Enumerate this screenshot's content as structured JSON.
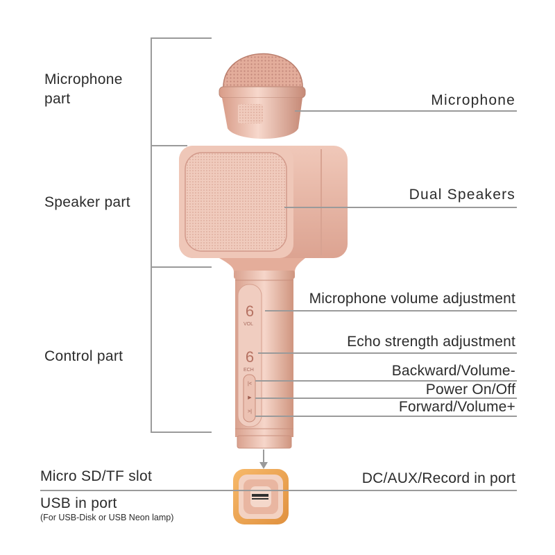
{
  "sections": [
    {
      "line1": "Microphone",
      "line2": "part"
    },
    {
      "line1": "Speaker part"
    },
    {
      "line1": "Control part"
    }
  ],
  "callouts": {
    "microphone": "Microphone",
    "dual_speakers": "Dual Speakers",
    "mic_volume": "Microphone volume adjustment",
    "echo": "Echo strength adjustment",
    "backward": "Backward/Volume-",
    "power": "Power On/Off",
    "forward": "Forward/Volume+",
    "dc_aux": "DC/AUX/Record in port"
  },
  "bottom_left": {
    "sd_slot": "Micro SD/TF slot",
    "usb_port": "USB in port",
    "usb_note": "(For USB-Disk or  USB Neon lamp)"
  },
  "device_text": {
    "knob1": "VOL",
    "knob2": "ECH"
  },
  "colors": {
    "body": "#e7b5a3",
    "highlight": "#f5dacf",
    "shadow": "#c9907e",
    "accent_ring": "#f1a64c",
    "leader_lines": "#9a9a9a"
  }
}
